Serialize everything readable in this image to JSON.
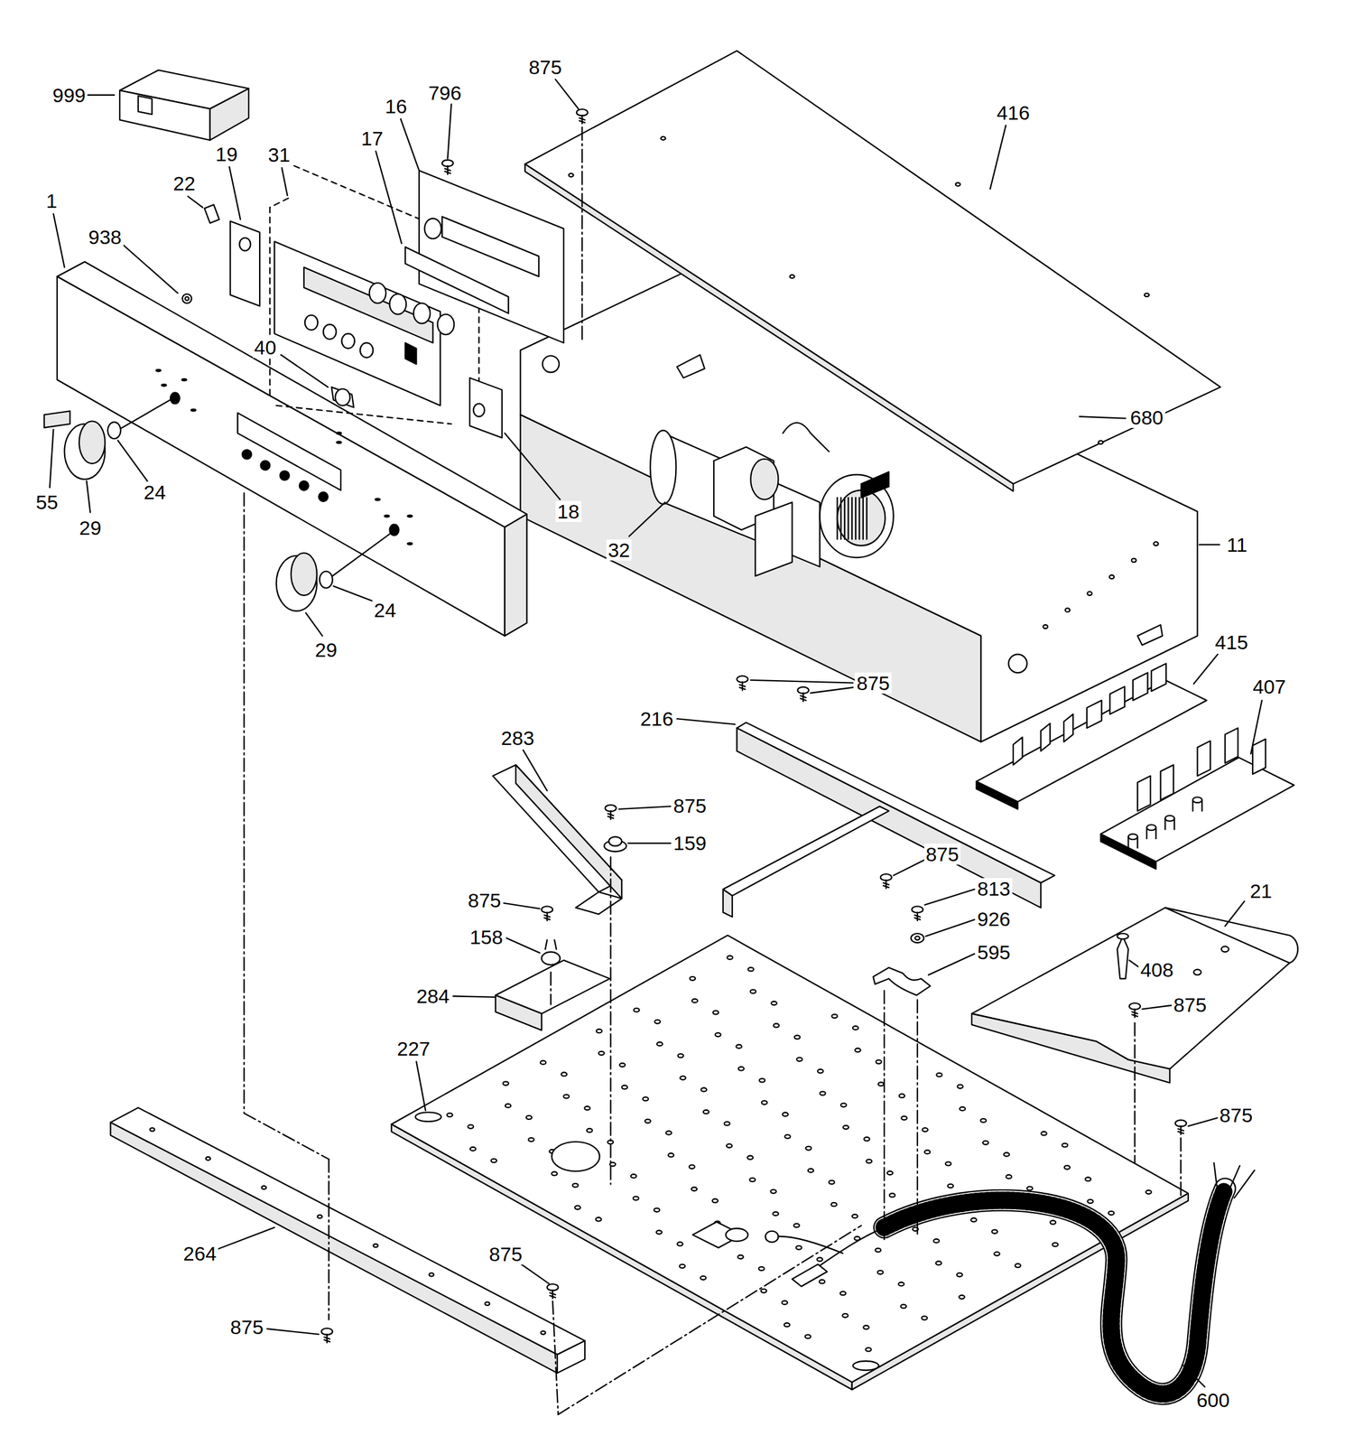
{
  "diagram": {
    "labels": [
      "999",
      "875",
      "416",
      "796",
      "16",
      "17",
      "31",
      "19",
      "22",
      "1",
      "938",
      "40",
      "680",
      "55",
      "29",
      "24",
      "18",
      "32",
      "11",
      "24",
      "29",
      "415",
      "407",
      "875",
      "216",
      "283",
      "875",
      "159",
      "875",
      "813",
      "21",
      "875",
      "926",
      "158",
      "595",
      "408",
      "875",
      "284",
      "227",
      "875",
      "264",
      "875",
      "875",
      "600"
    ]
  }
}
